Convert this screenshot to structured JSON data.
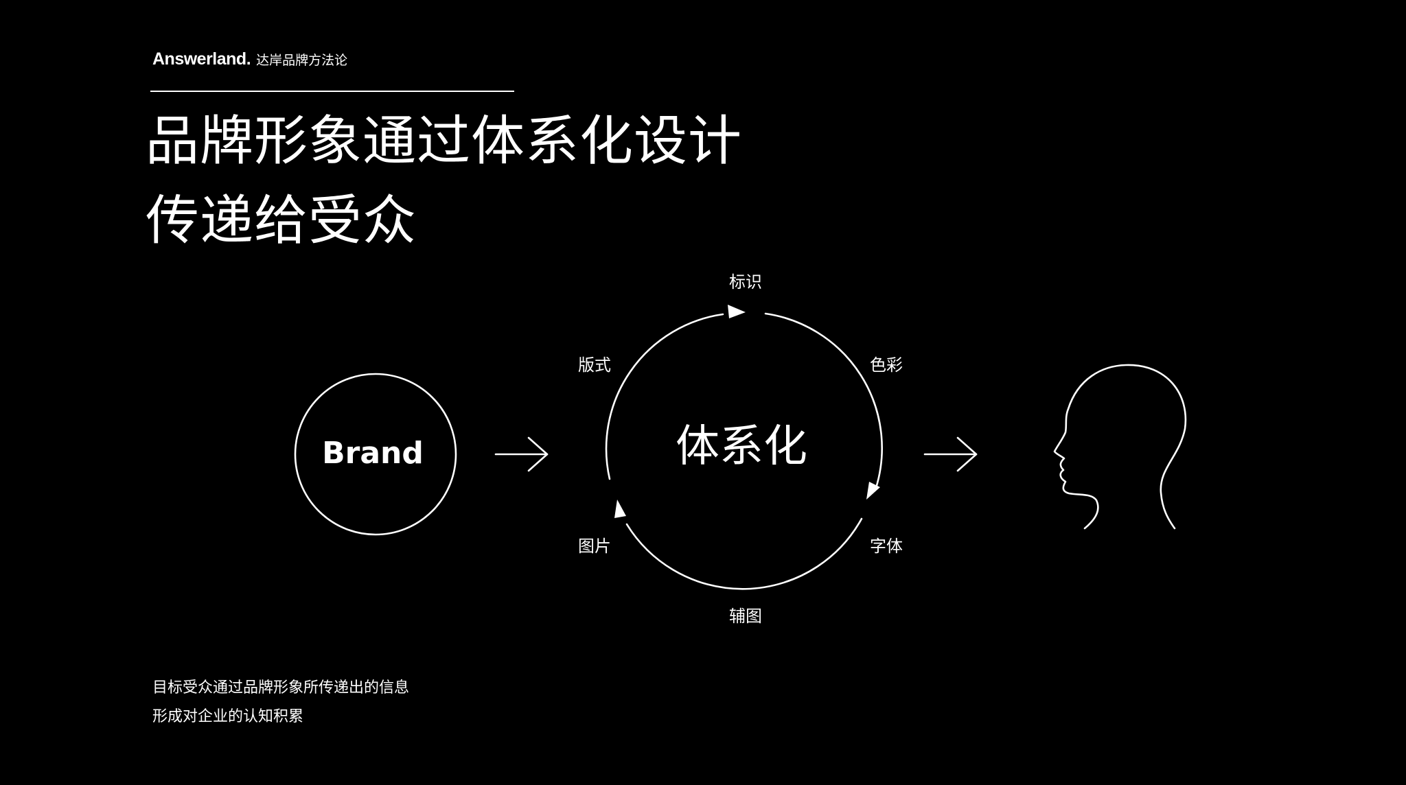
{
  "header": {
    "logo": "Answerland.",
    "tagline": "达岸品牌方法论"
  },
  "headline": {
    "line1": "品牌形象通过体系化设计",
    "line2": "传递给受众"
  },
  "diagram": {
    "source_label": "Brand",
    "center_label": "体系化",
    "cycle_items": {
      "top": "标识",
      "top_right": "色彩",
      "bottom_right": "字体",
      "bottom": "辅图",
      "bottom_left": "图片",
      "top_left": "版式"
    },
    "audience_icon": "human-head-profile-icon"
  },
  "footnote": {
    "line1": "目标受众通过品牌形象所传递出的信息",
    "line2": "形成对企业的认知积累"
  }
}
